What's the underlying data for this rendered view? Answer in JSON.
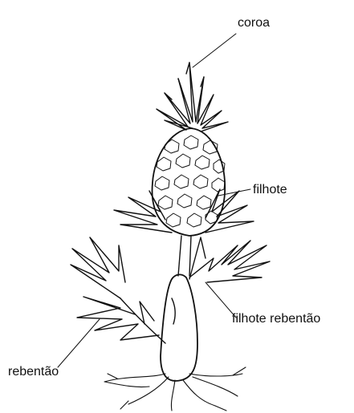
{
  "diagram": {
    "labels": {
      "crown": "coroa",
      "slip": "filhote",
      "hapa": "filhote rebentão",
      "sucker": "rebentão"
    },
    "colors": {
      "ink": "#111111",
      "background": "#ffffff"
    },
    "icons": {
      "plant": "pineapple-plant-illustration"
    }
  }
}
